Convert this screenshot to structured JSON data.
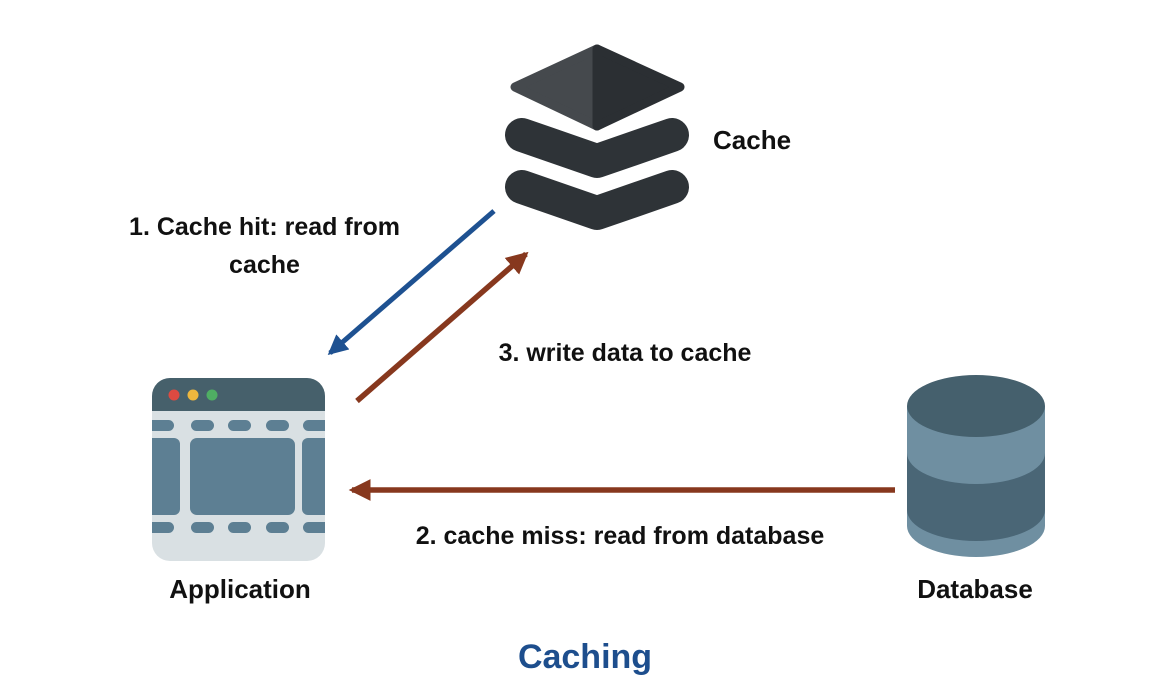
{
  "diagram": {
    "title": "Caching",
    "nodes": {
      "cache": {
        "label": "Cache"
      },
      "application": {
        "label": "Application"
      },
      "database": {
        "label": "Database"
      }
    },
    "flows": {
      "cache_hit": {
        "label": "1. Cache hit: read from cache",
        "from": "Cache",
        "to": "Application"
      },
      "cache_miss": {
        "label": "2. cache miss: read from database",
        "from": "Database",
        "to": "Application"
      },
      "write_cache": {
        "label": "3. write data to cache",
        "from": "Application",
        "to": "Cache"
      }
    }
  },
  "colors": {
    "background": "#ffffff",
    "title_blue": "#1d4e8d",
    "label_black": "#111111",
    "arrow_blue": "#1e5191",
    "arrow_brown": "#87381e",
    "cache_dark": "#2e3337",
    "cache_light_face": "#45494d",
    "app_topbar": "#46606b",
    "app_body": "#d9e0e3",
    "app_slate": "#5d7f93",
    "dot_red": "#dd4a41",
    "dot_yellow": "#eeb73e",
    "dot_green": "#4fae63",
    "db_top": "#45606d",
    "db_light": "#6f8fa1",
    "db_dark": "#4a6676"
  }
}
